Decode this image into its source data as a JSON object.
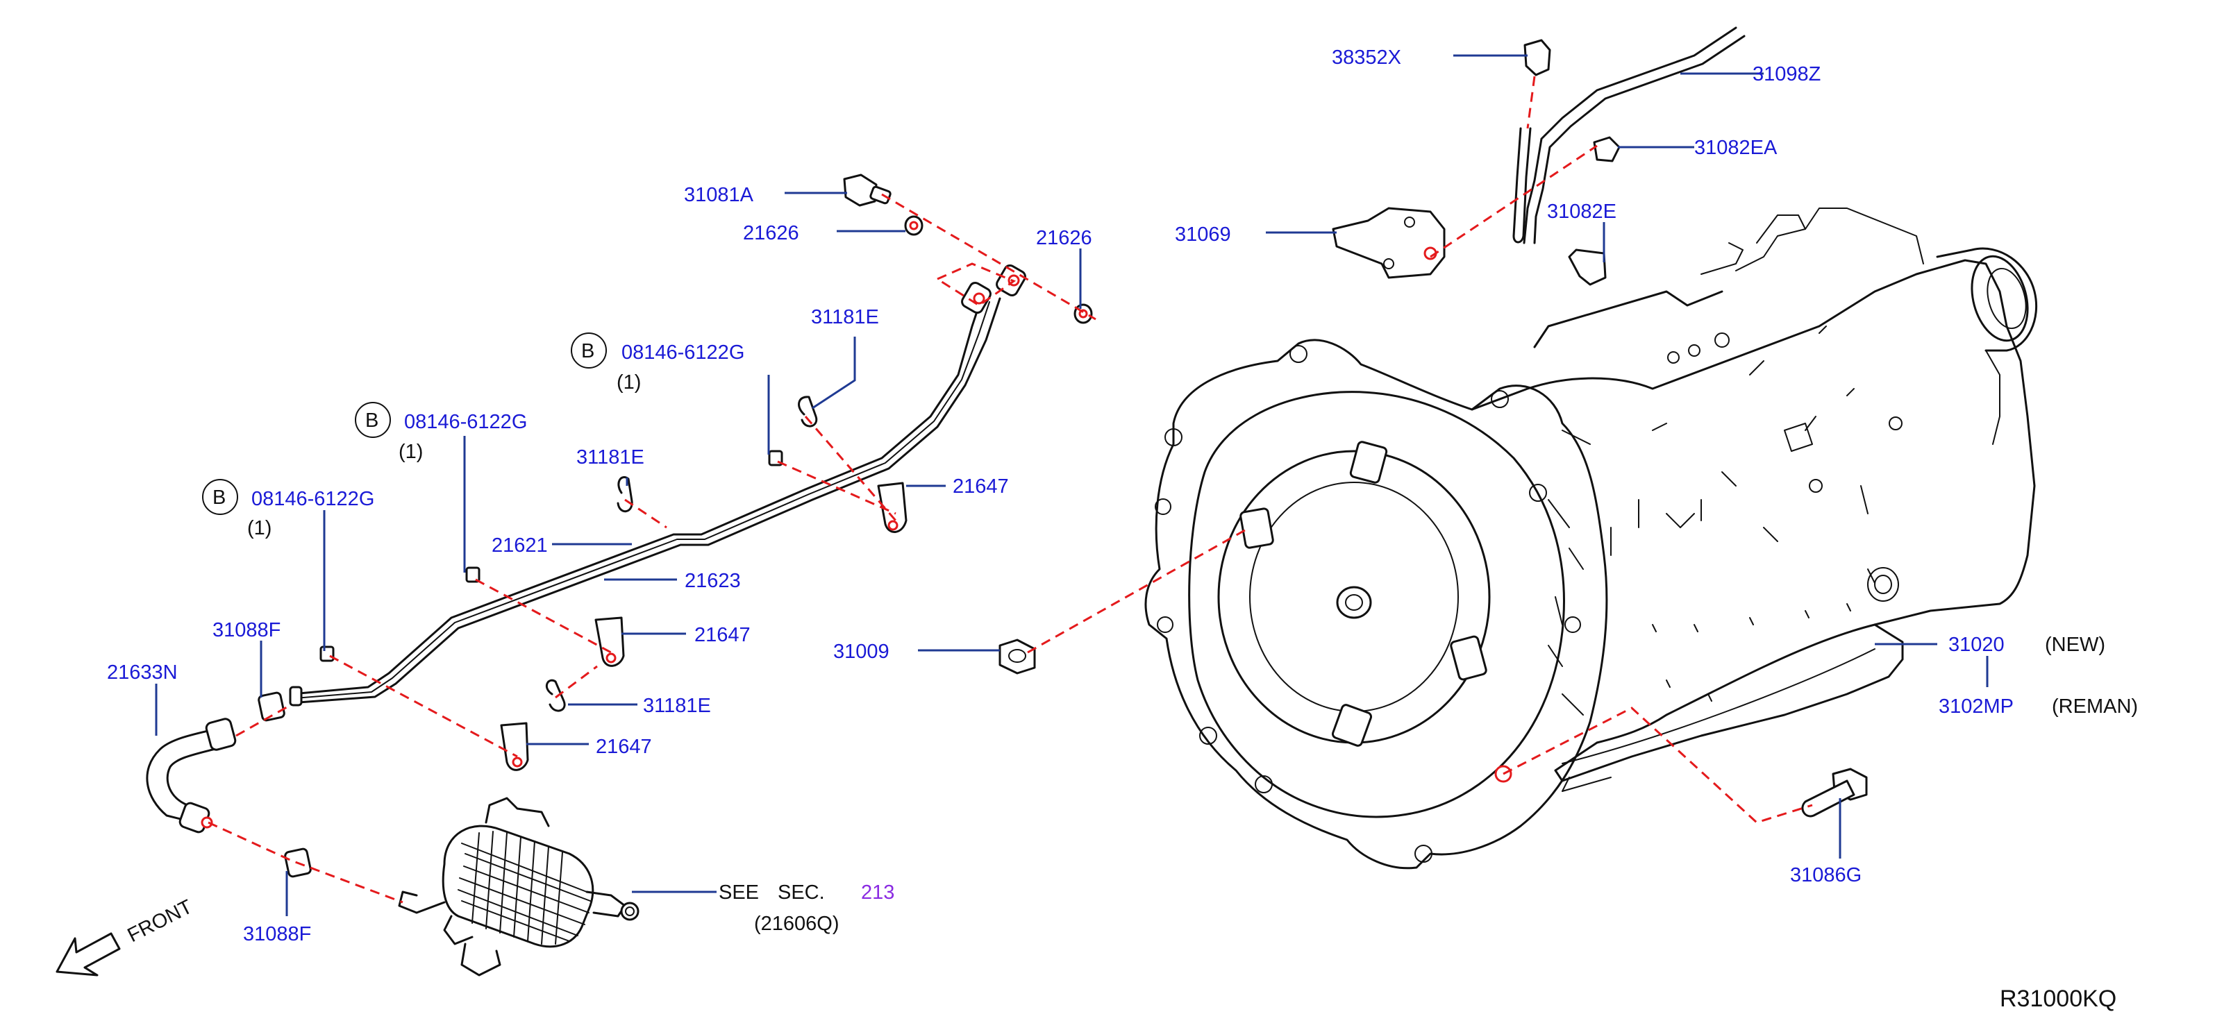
{
  "parts": {
    "p38352X": "38352X",
    "p31098Z": "31098Z",
    "p31082EA": "31082EA",
    "p31082E": "31082E",
    "p31069": "31069",
    "p31081A": "31081A",
    "p21626a": "21626",
    "p21626b": "21626",
    "p31181E_a": "31181E",
    "p31181E_b": "31181E",
    "p31181E_c": "31181E",
    "p08146_a": "08146-6122G",
    "p08146_b": "08146-6122G",
    "p08146_c": "08146-6122G",
    "qty_a": "(1)",
    "qty_b": "(1)",
    "qty_c": "(1)",
    "bolt_marker": "B",
    "p21647_a": "21647",
    "p21647_b": "21647",
    "p21647_c": "21647",
    "p21621": "21621",
    "p21623": "21623",
    "p31088F_a": "31088F",
    "p31088F_b": "31088F",
    "p21633N": "21633N",
    "p31009": "31009",
    "p31020": "31020",
    "p31020_note": "(NEW)",
    "p3102MP": "3102MP",
    "p3102MP_note": "(REMAN)",
    "p31086G": "31086G",
    "see": "SEE",
    "sec": "SEC.",
    "sec_num": "213",
    "sec_part": "(21606Q)",
    "front": "FRONT",
    "diagram_code": "R31000KQ"
  },
  "colors": {
    "label": "#1a1ad6",
    "leader": "#1f3a93",
    "dash": "#e41a1c",
    "ink": "#111111",
    "section_link": "#8a2be2"
  }
}
